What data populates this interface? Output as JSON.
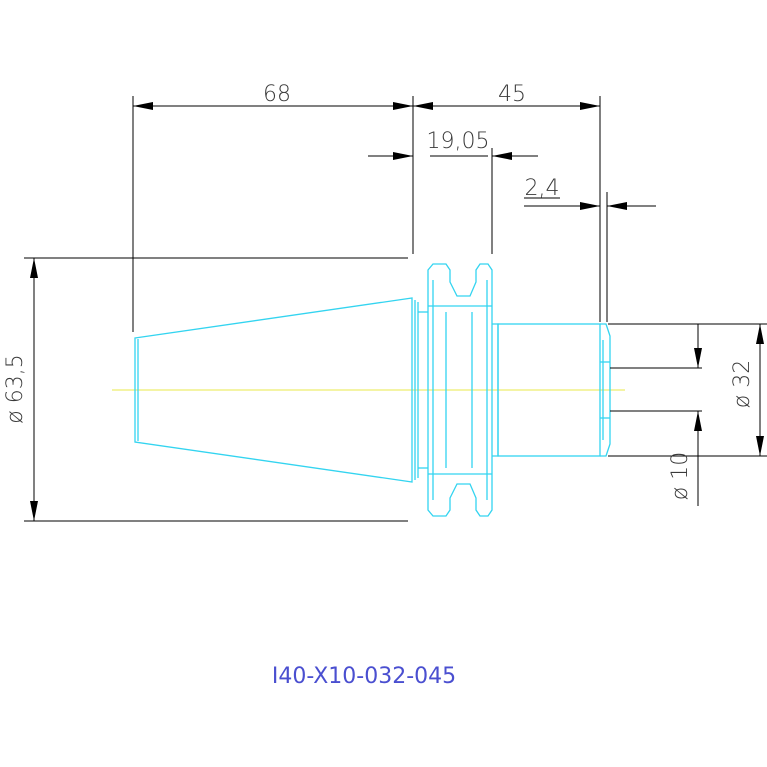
{
  "drawing": {
    "part_code": "I40-X10-032-045",
    "colors": {
      "outline": "#33d4f0",
      "dimension": "#000000",
      "centerline": "#e8e84a",
      "part_code": "#4a4fd0"
    },
    "dimensions": {
      "taper_length": "68",
      "shank_length": "45",
      "flange_width": "19,05",
      "collar": "2,4",
      "flange_diameter": "ø 63,5",
      "shank_diameter": "ø 32",
      "bore_diameter": "ø 10"
    }
  }
}
